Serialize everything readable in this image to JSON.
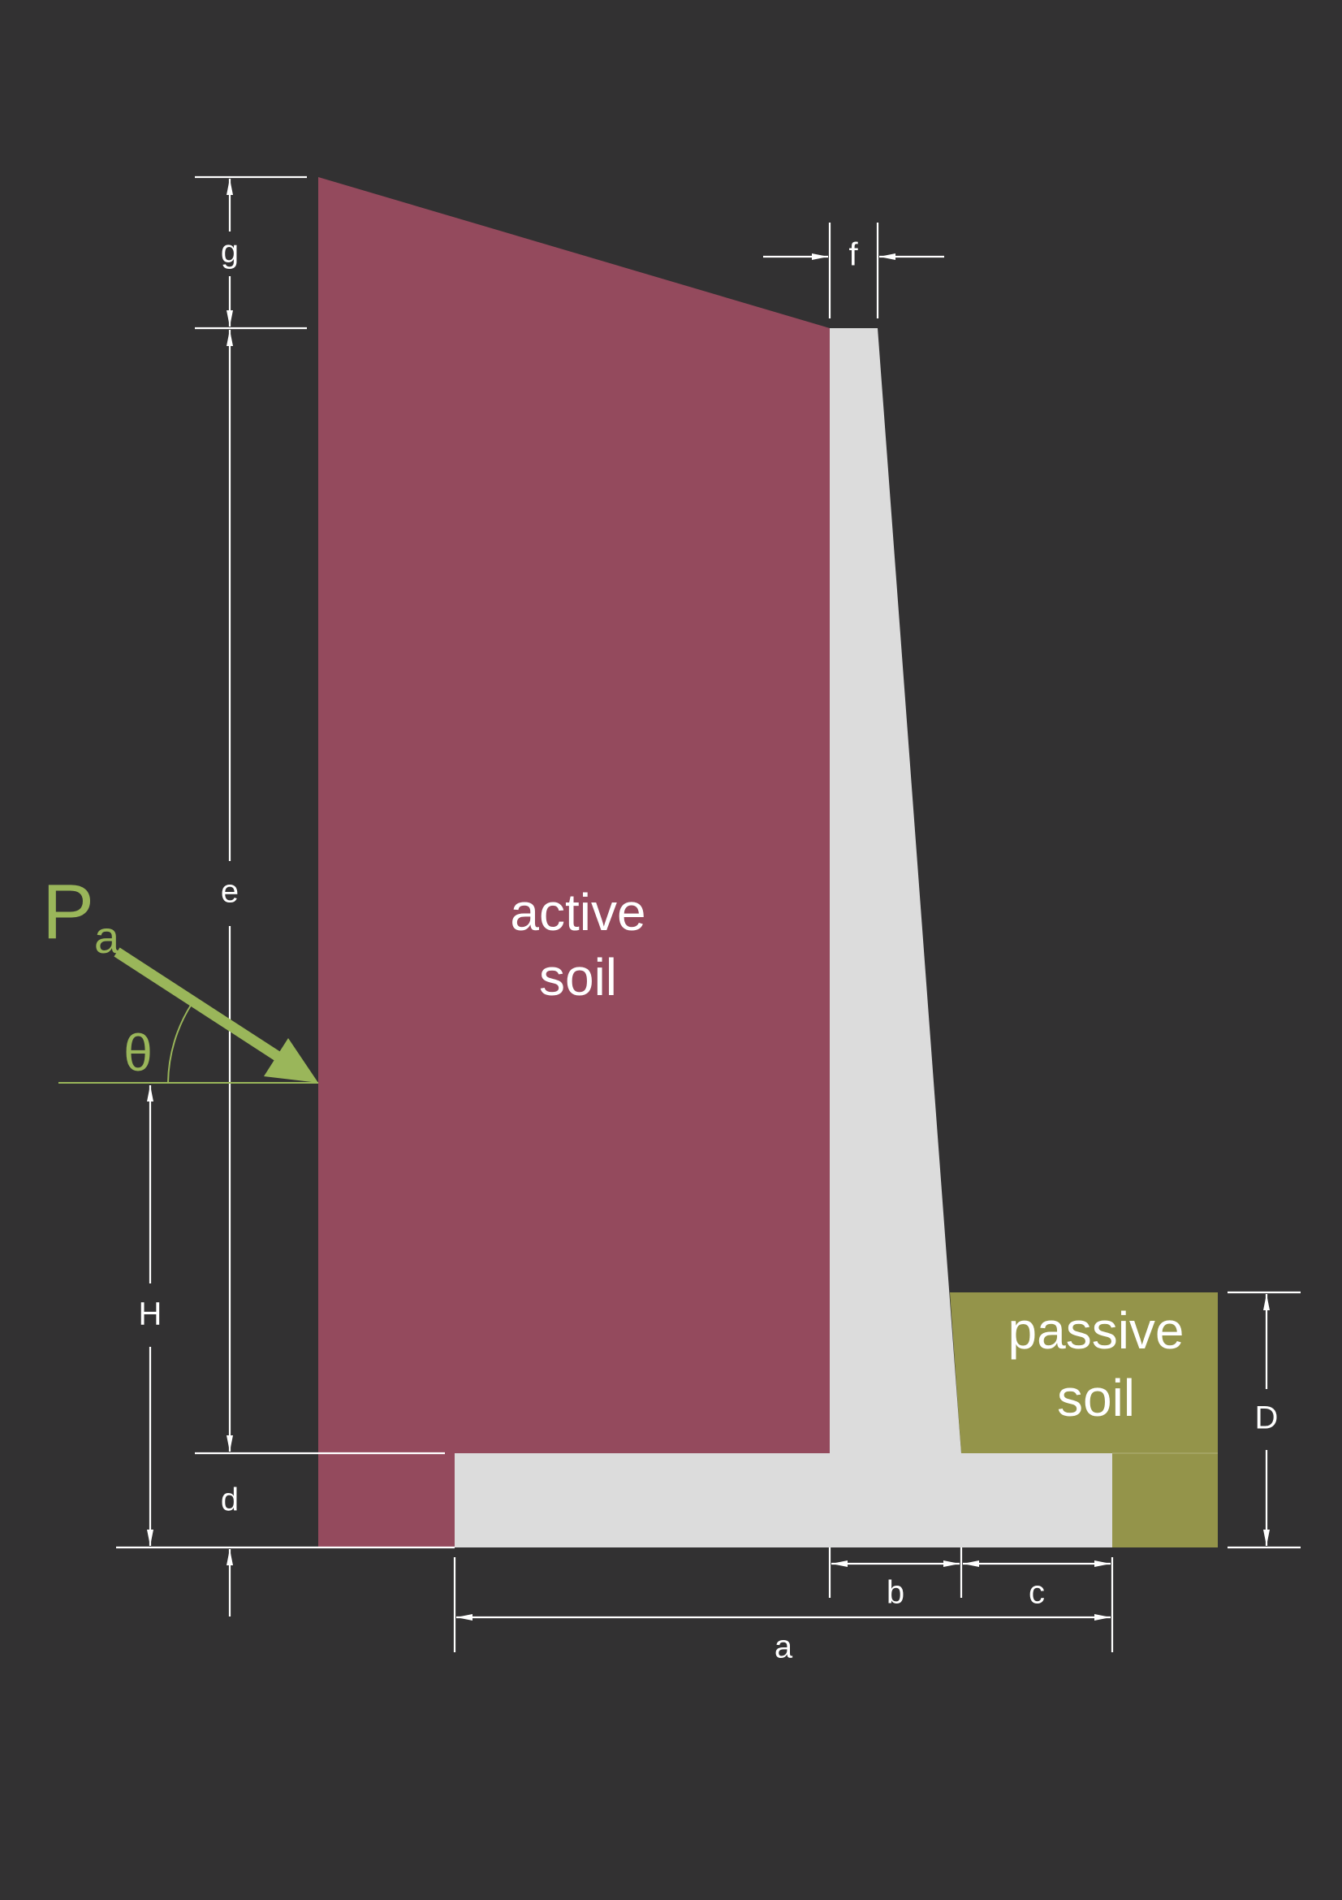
{
  "colors": {
    "background": "#323132",
    "active_soil": "#944a5d",
    "passive_soil": "#94944a",
    "wall": "#dcdcdc",
    "force": "#9ab65a",
    "dimension": "#ffffff"
  },
  "regions": {
    "active_label_line1": "active",
    "active_label_line2": "soil",
    "passive_label_line1": "passive",
    "passive_label_line2": "soil"
  },
  "force": {
    "symbol": "P",
    "subscript": "a",
    "angle_symbol": "θ"
  },
  "dimensions": {
    "a": "a",
    "b": "b",
    "c": "c",
    "d": "d",
    "e": "e",
    "f": "f",
    "g": "g",
    "H": "H",
    "D": "D"
  }
}
